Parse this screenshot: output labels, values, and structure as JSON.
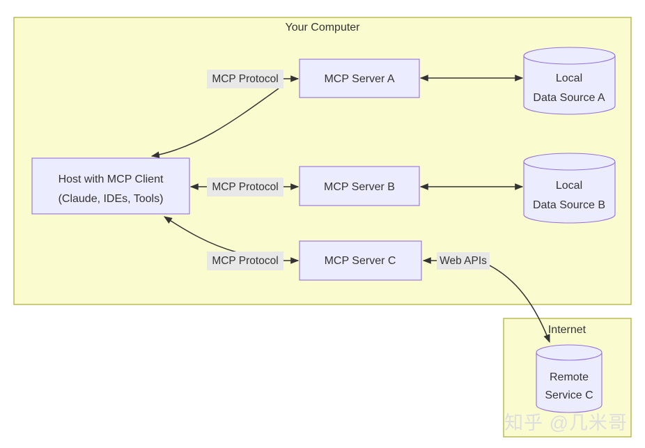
{
  "colors": {
    "canvas-bg": "#ffffff",
    "cluster-fill": "#fbfbd0",
    "cluster-border": "#aaaa33",
    "node-fill": "#ececff",
    "node-border": "#9370db",
    "edge-label-bg": "#e8e8e8",
    "text": "#333333",
    "line": "#333333",
    "watermark": "#dedede"
  },
  "clusters": {
    "computer": {
      "title": "Your Computer"
    },
    "internet": {
      "title": "Internet"
    }
  },
  "nodes": {
    "host": {
      "line1": "Host with MCP Client",
      "line2": "(Claude, IDEs, Tools)"
    },
    "server_a": {
      "label": "MCP Server A"
    },
    "server_b": {
      "label": "MCP Server B"
    },
    "server_c": {
      "label": "MCP Server C"
    },
    "data_source_a": {
      "line1": "Local",
      "line2": "Data Source A"
    },
    "data_source_b": {
      "line1": "Local",
      "line2": "Data Source B"
    },
    "remote_service_c": {
      "line1": "Remote",
      "line2": "Service C"
    }
  },
  "edge_labels": {
    "host_server_a": "MCP Protocol",
    "host_server_b": "MCP Protocol",
    "host_server_c": "MCP Protocol",
    "server_c_remote": "Web APIs"
  },
  "watermark": "知乎 @几米哥"
}
